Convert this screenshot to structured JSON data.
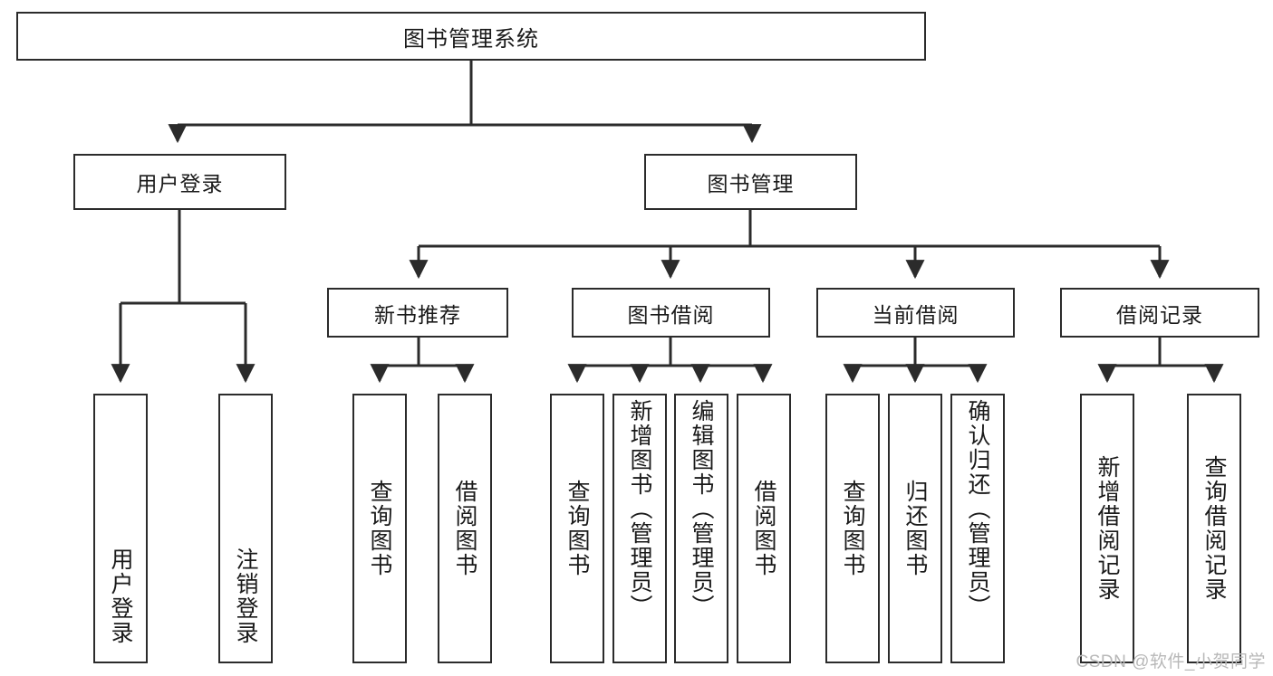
{
  "diagram": {
    "type": "tree",
    "title": "图书管理系统",
    "orientation": "top-down",
    "edge_style": "orthogonal-arrow",
    "colors": {
      "box_border": "#2b2b2b",
      "box_fill": "#ffffff",
      "edge": "#2b2b2b",
      "text": "#1a1a1a",
      "watermark": "#b8b8b8"
    }
  },
  "root": {
    "label": "图书管理系统"
  },
  "level2": [
    {
      "label": "用户登录"
    },
    {
      "label": "图书管理"
    }
  ],
  "level3": [
    {
      "label": "新书推荐"
    },
    {
      "label": "图书借阅"
    },
    {
      "label": "当前借阅"
    },
    {
      "label": "借阅记录"
    }
  ],
  "leaves": {
    "user_login": [
      {
        "label": "用户登录"
      },
      {
        "label": "注销登录"
      }
    ],
    "new_book": [
      {
        "label": "查询图书"
      },
      {
        "label": "借阅图书"
      }
    ],
    "borrow": [
      {
        "label": "查询图书"
      },
      {
        "label": "新增图书（管理员）"
      },
      {
        "label": "编辑图书（管理员）"
      },
      {
        "label": "借阅图书"
      }
    ],
    "current": [
      {
        "label": "查询图书"
      },
      {
        "label": "归还图书"
      },
      {
        "label": "确认归还（管理员）"
      }
    ],
    "records": [
      {
        "label": "新增借阅记录"
      },
      {
        "label": "查询借阅记录"
      }
    ]
  },
  "watermark": {
    "text": "CSDN @软件_小贺同学"
  }
}
